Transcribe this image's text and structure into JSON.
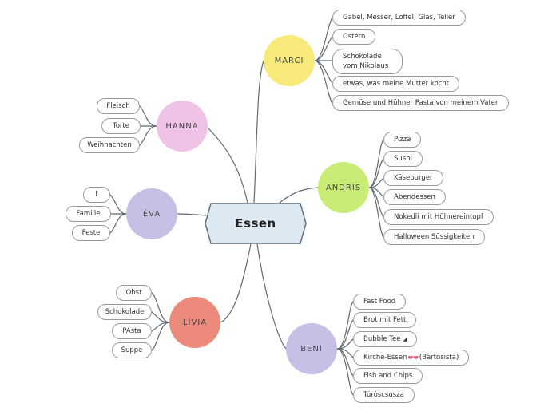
{
  "center": {
    "label": "Essen"
  },
  "branches": {
    "marci": {
      "name": "MARCI",
      "color": "#f7ea7a",
      "items": [
        "Gabel, Messer, Löffel, Glas, Teller",
        "Ostern",
        "Schokolade vom Nikolaus",
        "etwas, was meine Mutter kocht",
        "Gemüse und Hühner Pasta von meinem Vater"
      ]
    },
    "andris": {
      "name": "ANDRIS",
      "color": "#c9ec76",
      "items": [
        "Pizza",
        "Sushi",
        "Käseburger",
        "Abendessen",
        "Nokedli mit Hühnereintopf",
        "Halloween Süssigkeiten"
      ]
    },
    "beni": {
      "name": "BENI",
      "color": "#c7bfe6",
      "items": [
        "Fast Food",
        "Brot mit Fett",
        "Bubble Tee",
        "Kirche-Essen",
        "(Bartosista)",
        "Fish and Chips",
        "Túróscsusza"
      ]
    },
    "hanna": {
      "name": "HANNA",
      "color": "#efc2e6",
      "items": [
        "Fleisch",
        "Torte",
        "Weihnachten"
      ]
    },
    "eva": {
      "name": "ÉVA",
      "color": "#c7bfe6",
      "items": [
        "i",
        "Familie",
        "Feste"
      ]
    },
    "livia": {
      "name": "LÍVIA",
      "color": "#ec8a7b",
      "items": [
        "Obst",
        "Schokolade",
        "PAsta",
        "Suppe"
      ]
    }
  },
  "colors": {
    "center_fill": "#dde9f2",
    "center_stroke": "#5f7280",
    "line": "#5f6a72",
    "pill_border": "#9a9a9a"
  },
  "icons": [
    "dropdown-triangle-icon",
    "hearts-icon"
  ]
}
